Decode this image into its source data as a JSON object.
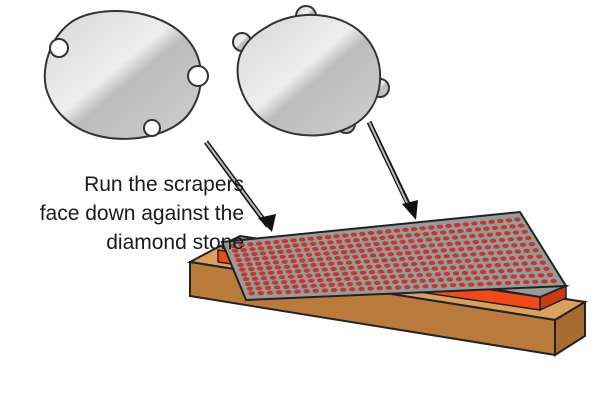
{
  "caption": {
    "lines": [
      "Run the scrapers",
      "face down against the",
      "diamond stone"
    ]
  },
  "colors": {
    "scraper_fill": "#c9c9c9",
    "scraper_stroke": "#333333",
    "stone_top": "#9a9a9a",
    "stone_dots": "#c0392b",
    "rubber_base": "#f04a1a",
    "wood_top": "#d9a060",
    "wood_side": "#b97a3c",
    "outline": "#222222"
  },
  "icons": {
    "left_scraper": "round-scraper-notched-icon",
    "right_scraper": "round-scraper-lobed-icon",
    "arrows": "arrow-icon",
    "stone": "diamond-stone-icon"
  }
}
